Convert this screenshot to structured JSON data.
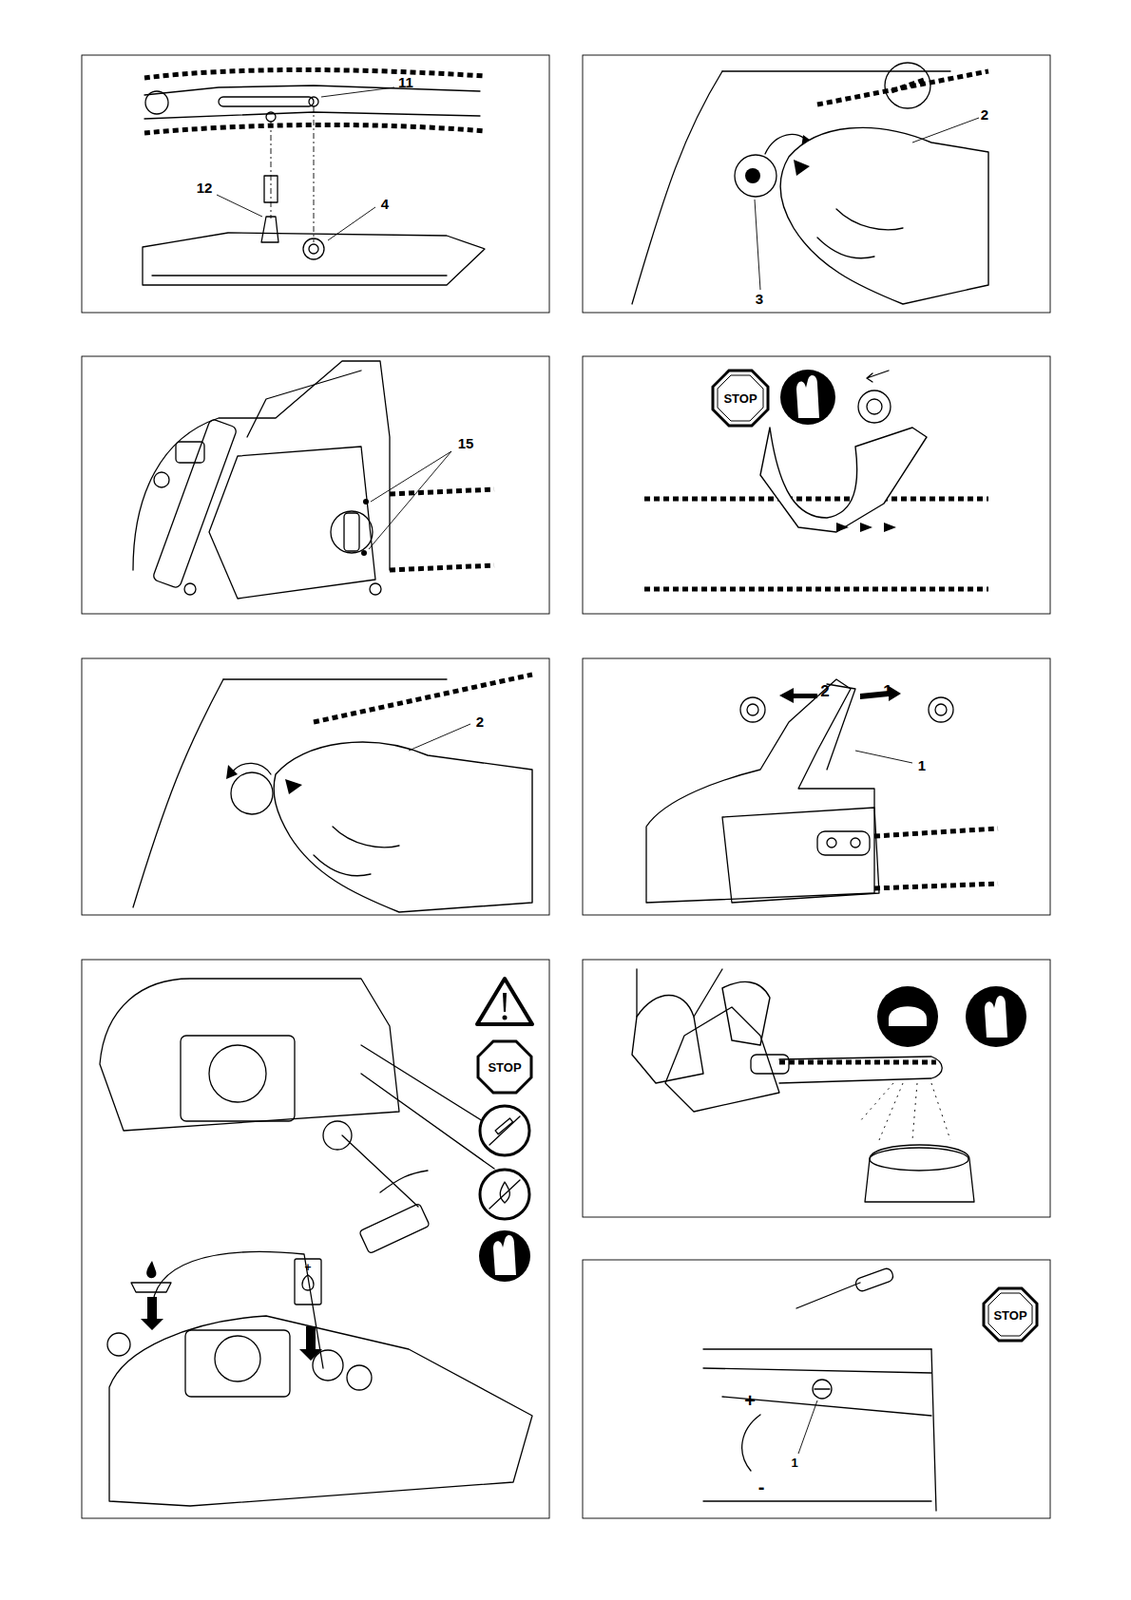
{
  "diagram": {
    "labels": [
      "11",
      "12",
      "4",
      "2",
      "3",
      "15",
      "STOP",
      "2",
      "2",
      "1",
      "1",
      "STOP",
      "+",
      "STOP",
      "+",
      "-",
      "1"
    ]
  }
}
